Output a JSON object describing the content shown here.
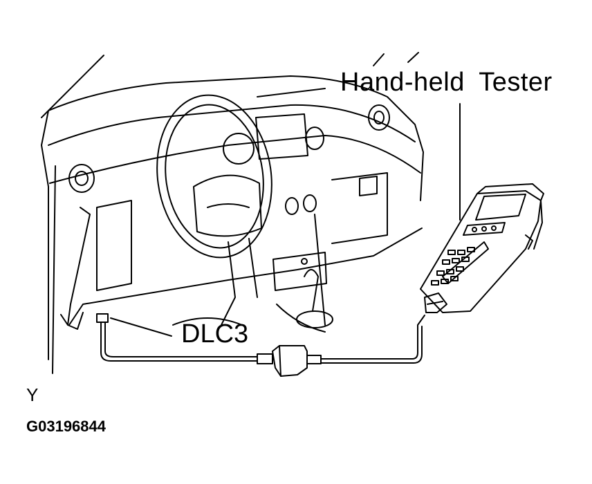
{
  "labels": {
    "tester": "Hand-held  Tester",
    "connector": "DLC3",
    "view_marker": "Y",
    "figure_code": "G03196844"
  },
  "colors": {
    "line": "#000000",
    "background": "#ffffff"
  }
}
